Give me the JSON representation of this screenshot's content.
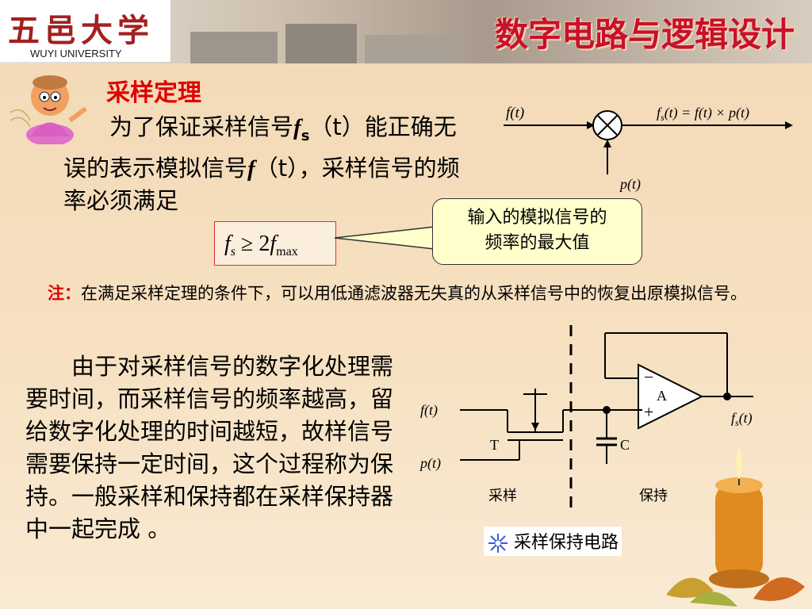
{
  "header": {
    "logo_cn": "五邑大学",
    "logo_en": "WUYI UNIVERSITY",
    "course_title": "数字电路与逻辑设计"
  },
  "section_heading": "采样定理",
  "intro": {
    "text1": "为了保证采样信号",
    "fs": "f",
    "fs_sub": "s",
    "t_paren": "（t）",
    "text2": "能正确无误的表示模拟信号",
    "f": "f",
    "text3": "，采样信号的频率必须满足"
  },
  "multiplier": {
    "input_label": "f(t)",
    "output_label": "fs(t) = f(t) × p(t)",
    "bottom_label": "p(t)"
  },
  "formula": "fs ≥ 2fmax",
  "callout": {
    "line1": "输入的模拟信号的",
    "line2": "频率的最大值"
  },
  "note": {
    "label": "注：",
    "text": "在满足采样定理的条件下，可以用低通滤波器无失真的从采样信号中的恢复出原模拟信号。"
  },
  "hold_paragraph": "由于对采样信号的数字化处理需要时间，而采样信号的频率越高，留给数字化处理的时间越短，故样信号需要保持一定时间，这个过程称为保持。一般采样和保持都在采样保持器中一起完成 。",
  "circuit": {
    "input_label": "f(t)",
    "pulse_label": "p(t)",
    "switch_label": "T",
    "cap_label": "C",
    "amp_label": "A",
    "output_label": "fs(t)",
    "sample_label": "采样",
    "hold_label": "保持",
    "caption": "采样保持电路"
  },
  "colors": {
    "accent_red": "#e00000",
    "background": "#f6e0c0",
    "callout_fill": "#ffffcc"
  }
}
